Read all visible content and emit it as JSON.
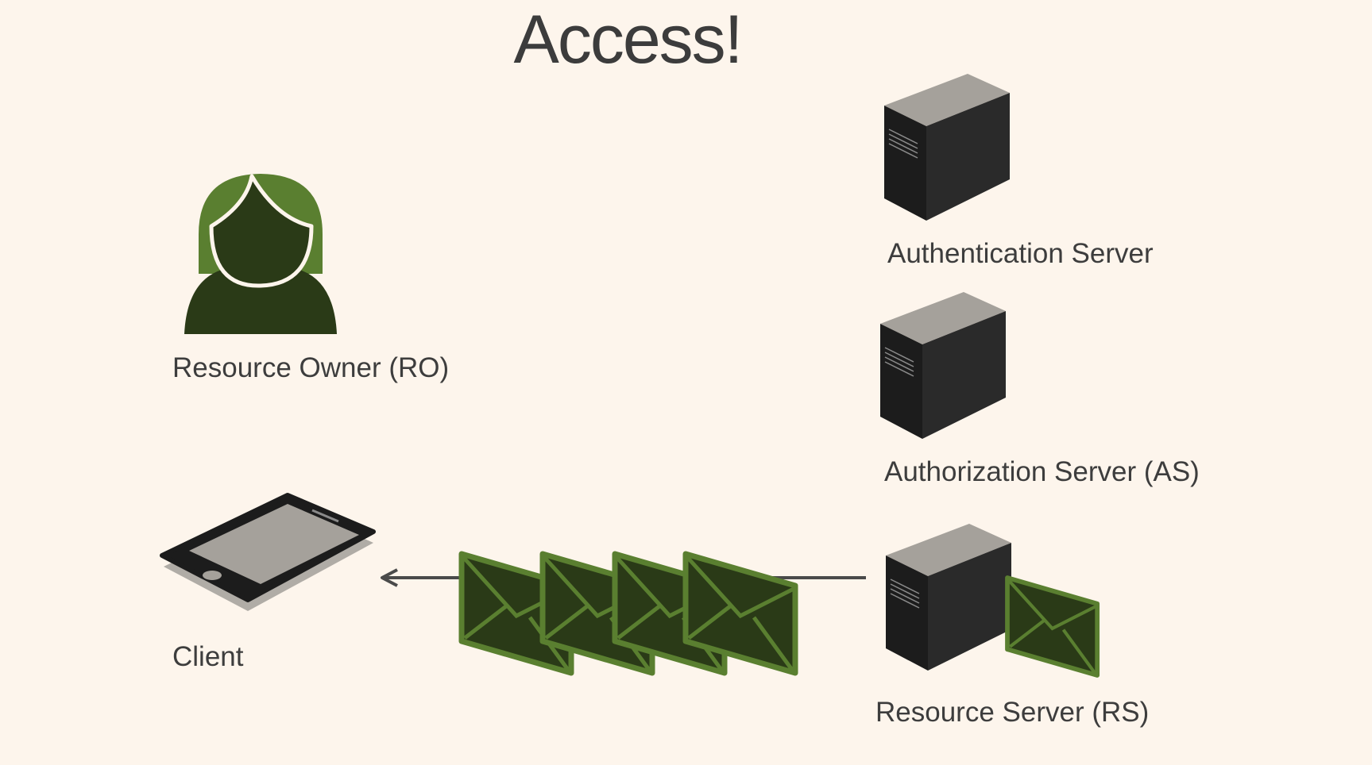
{
  "slide": {
    "title": "Access!"
  },
  "actors": {
    "resource_owner": {
      "label": "Resource Owner (RO)",
      "icon": "person-icon"
    },
    "client": {
      "label": "Client",
      "icon": "tablet-icon"
    },
    "authentication_server": {
      "label": "Authentication Server",
      "icon": "server-icon"
    },
    "authorization_server": {
      "label": "Authorization Server (AS)",
      "icon": "server-icon"
    },
    "resource_server": {
      "label": "Resource Server (RS)",
      "icon": "server-icon"
    }
  },
  "flow": {
    "from": "Resource Server (RS)",
    "to": "Client",
    "payload_icon": "envelope-icon",
    "envelope_count": 4
  },
  "colors": {
    "background": "#fdf5ec",
    "accent_green": "#5a7f30",
    "dark_green": "#2a3a17",
    "server_body": "#262626",
    "server_top": "#a5a19b",
    "text": "#3d3d3d"
  }
}
